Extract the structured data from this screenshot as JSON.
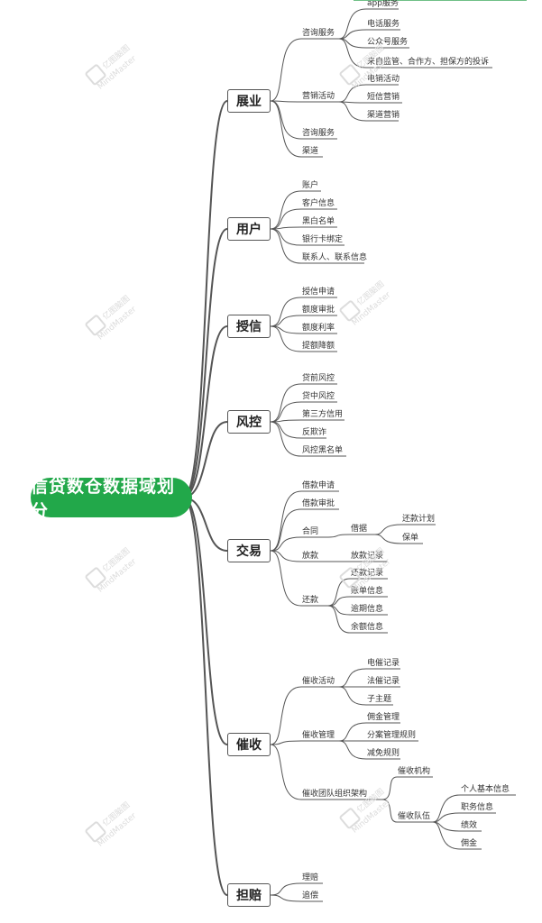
{
  "title": "信贷数仓数据域划分",
  "watermark": {
    "brand_cn": "亿图脑图",
    "brand_en": "MindMaster"
  },
  "branches": [
    {
      "label": "展业",
      "children": [
        {
          "label": "咨询服务",
          "children": [
            "app服务",
            "电话服务",
            "公众号服务",
            "来自监管、合作方、担保方的投诉"
          ]
        },
        {
          "label": "营销活动",
          "children": [
            "电销活动",
            "短信营销",
            "渠道营销"
          ]
        },
        {
          "label": "咨询服务"
        },
        {
          "label": "渠道"
        }
      ]
    },
    {
      "label": "用户",
      "children": [
        {
          "label": "账户"
        },
        {
          "label": "客户信息"
        },
        {
          "label": "黑白名单"
        },
        {
          "label": "银行卡绑定"
        },
        {
          "label": "联系人、联系信息"
        }
      ]
    },
    {
      "label": "授信",
      "children": [
        {
          "label": "授信申请"
        },
        {
          "label": "额度审批"
        },
        {
          "label": "额度利率"
        },
        {
          "label": "提额降额"
        }
      ]
    },
    {
      "label": "风控",
      "children": [
        {
          "label": "贷前风控"
        },
        {
          "label": "贷中风控"
        },
        {
          "label": "第三方信用"
        },
        {
          "label": "反欺诈"
        },
        {
          "label": "风控黑名单"
        }
      ]
    },
    {
      "label": "交易",
      "children": [
        {
          "label": "借款申请"
        },
        {
          "label": "借款审批"
        },
        {
          "label": "合同",
          "children": [
            {
              "label": "借据",
              "children": [
                "还款计划",
                "保单"
              ]
            }
          ]
        },
        {
          "label": "放款",
          "children": [
            "放款记录"
          ]
        },
        {
          "label": "还款",
          "children": [
            "还款记录",
            "账单信息",
            "逾期信息",
            "余额信息"
          ]
        }
      ]
    },
    {
      "label": "催收",
      "children": [
        {
          "label": "催收活动",
          "children": [
            "电催记录",
            "法催记录",
            "子主题"
          ]
        },
        {
          "label": "催收管理",
          "children": [
            "佣金管理",
            "分案管理规则",
            "减免规则"
          ]
        },
        {
          "label": "催收团队组织架构",
          "children": [
            {
              "label": "催收机构"
            },
            {
              "label": "催收队伍",
              "children": [
                "个人基本信息",
                "职务信息",
                "绩效",
                "佣金"
              ]
            }
          ]
        }
      ]
    },
    {
      "label": "担赔",
      "children": [
        {
          "label": "理赔"
        },
        {
          "label": "追偿"
        }
      ]
    }
  ],
  "colors": {
    "root_fill": "#22a84a",
    "line": "#555555",
    "root_text": "#ffffff"
  }
}
